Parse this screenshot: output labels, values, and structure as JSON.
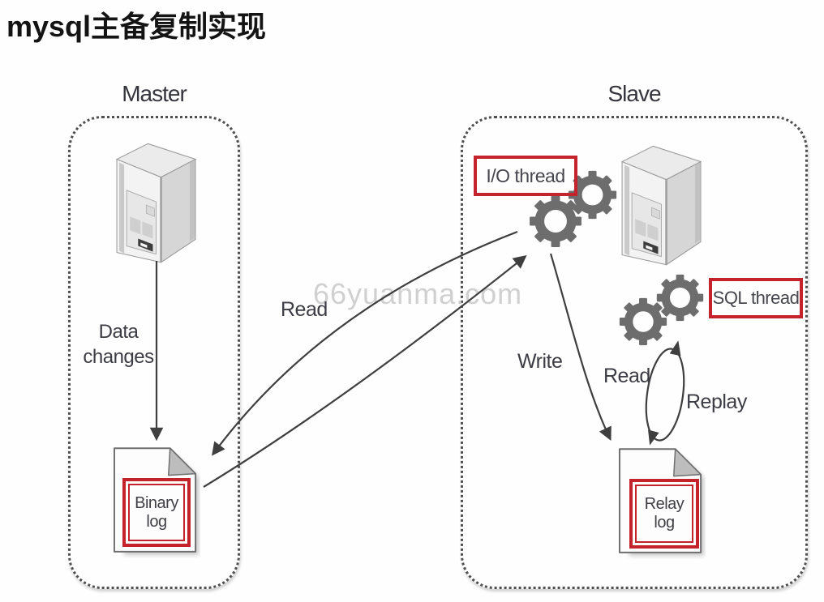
{
  "title": "mysql主备复制实现",
  "watermark": "66yuanma.com",
  "master": {
    "label": "Master",
    "data_changes": {
      "line1": "Data",
      "line2": "changes"
    },
    "binary_log": {
      "line1": "Binary",
      "line2": "log"
    }
  },
  "slave": {
    "label": "Slave",
    "io_thread": "I/O thread",
    "sql_thread": "SQL thread",
    "relay_log": {
      "line1": "Relay",
      "line2": "log"
    },
    "write": "Write",
    "read": "Read",
    "replay": "Replay"
  },
  "replication": {
    "read": "Read"
  },
  "icons": {
    "master_server": "server-tower-icon",
    "slave_server": "server-tower-icon",
    "io_thread_gears": "gears-icon",
    "sql_thread_gears": "gears-icon",
    "binary_log_doc": "document-icon",
    "relay_log_doc": "document-icon"
  },
  "colors": {
    "highlight_red": "#c4232b",
    "gear_gray": "#6d6d6d",
    "arrow_gray": "#3f3f3f",
    "text_dark": "#3c3c44",
    "box_border": "#4f4f4f",
    "watermark_gray": "#c5c5c5",
    "page_bg": "#fefefe"
  }
}
